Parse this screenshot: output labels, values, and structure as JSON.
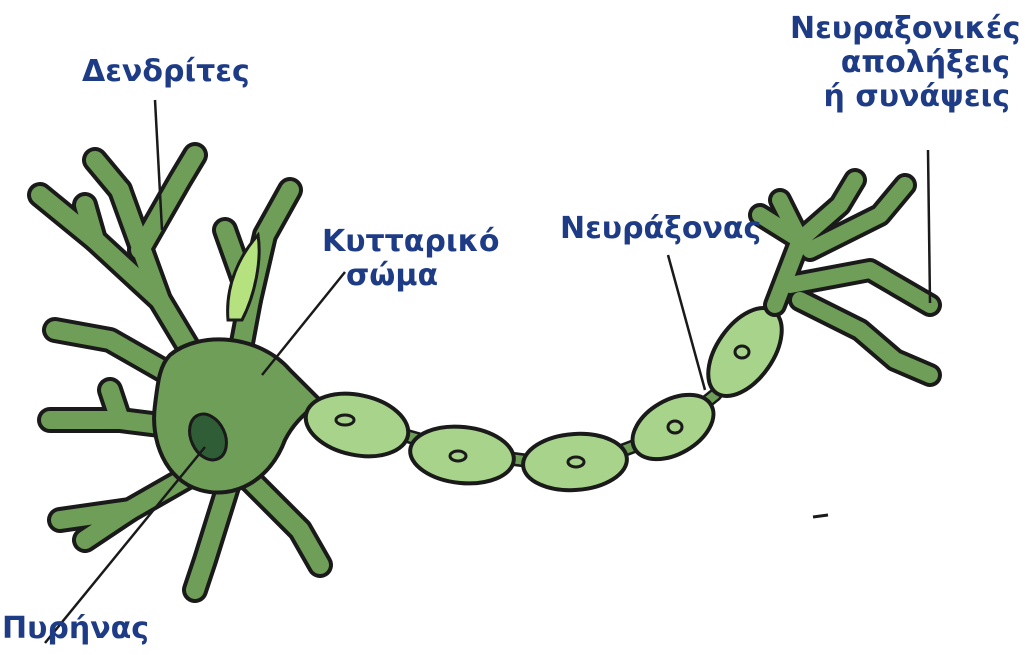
{
  "diagram": {
    "colors": {
      "membrane_fill": "#6e9e57",
      "membrane_stroke": "#1a1a1a",
      "myelin_fill": "#a7d48a",
      "nucleus_fill": "#2f5d35",
      "highlight_fill": "#b5e27f",
      "label_text": "#1e3b86",
      "leader_line": "#1a1a1a"
    },
    "labels": {
      "dendrites": "Δενδρίτες",
      "cell_body_line1": "Κυτταρικό",
      "cell_body_line2": "σώμα",
      "axon": "Νευράξονας",
      "terminals_line1": "Νευραξονικές",
      "terminals_line2": "απολήξεις",
      "terminals_line3": "ή συνάψεις",
      "nucleus": "Πυρήνας"
    }
  }
}
